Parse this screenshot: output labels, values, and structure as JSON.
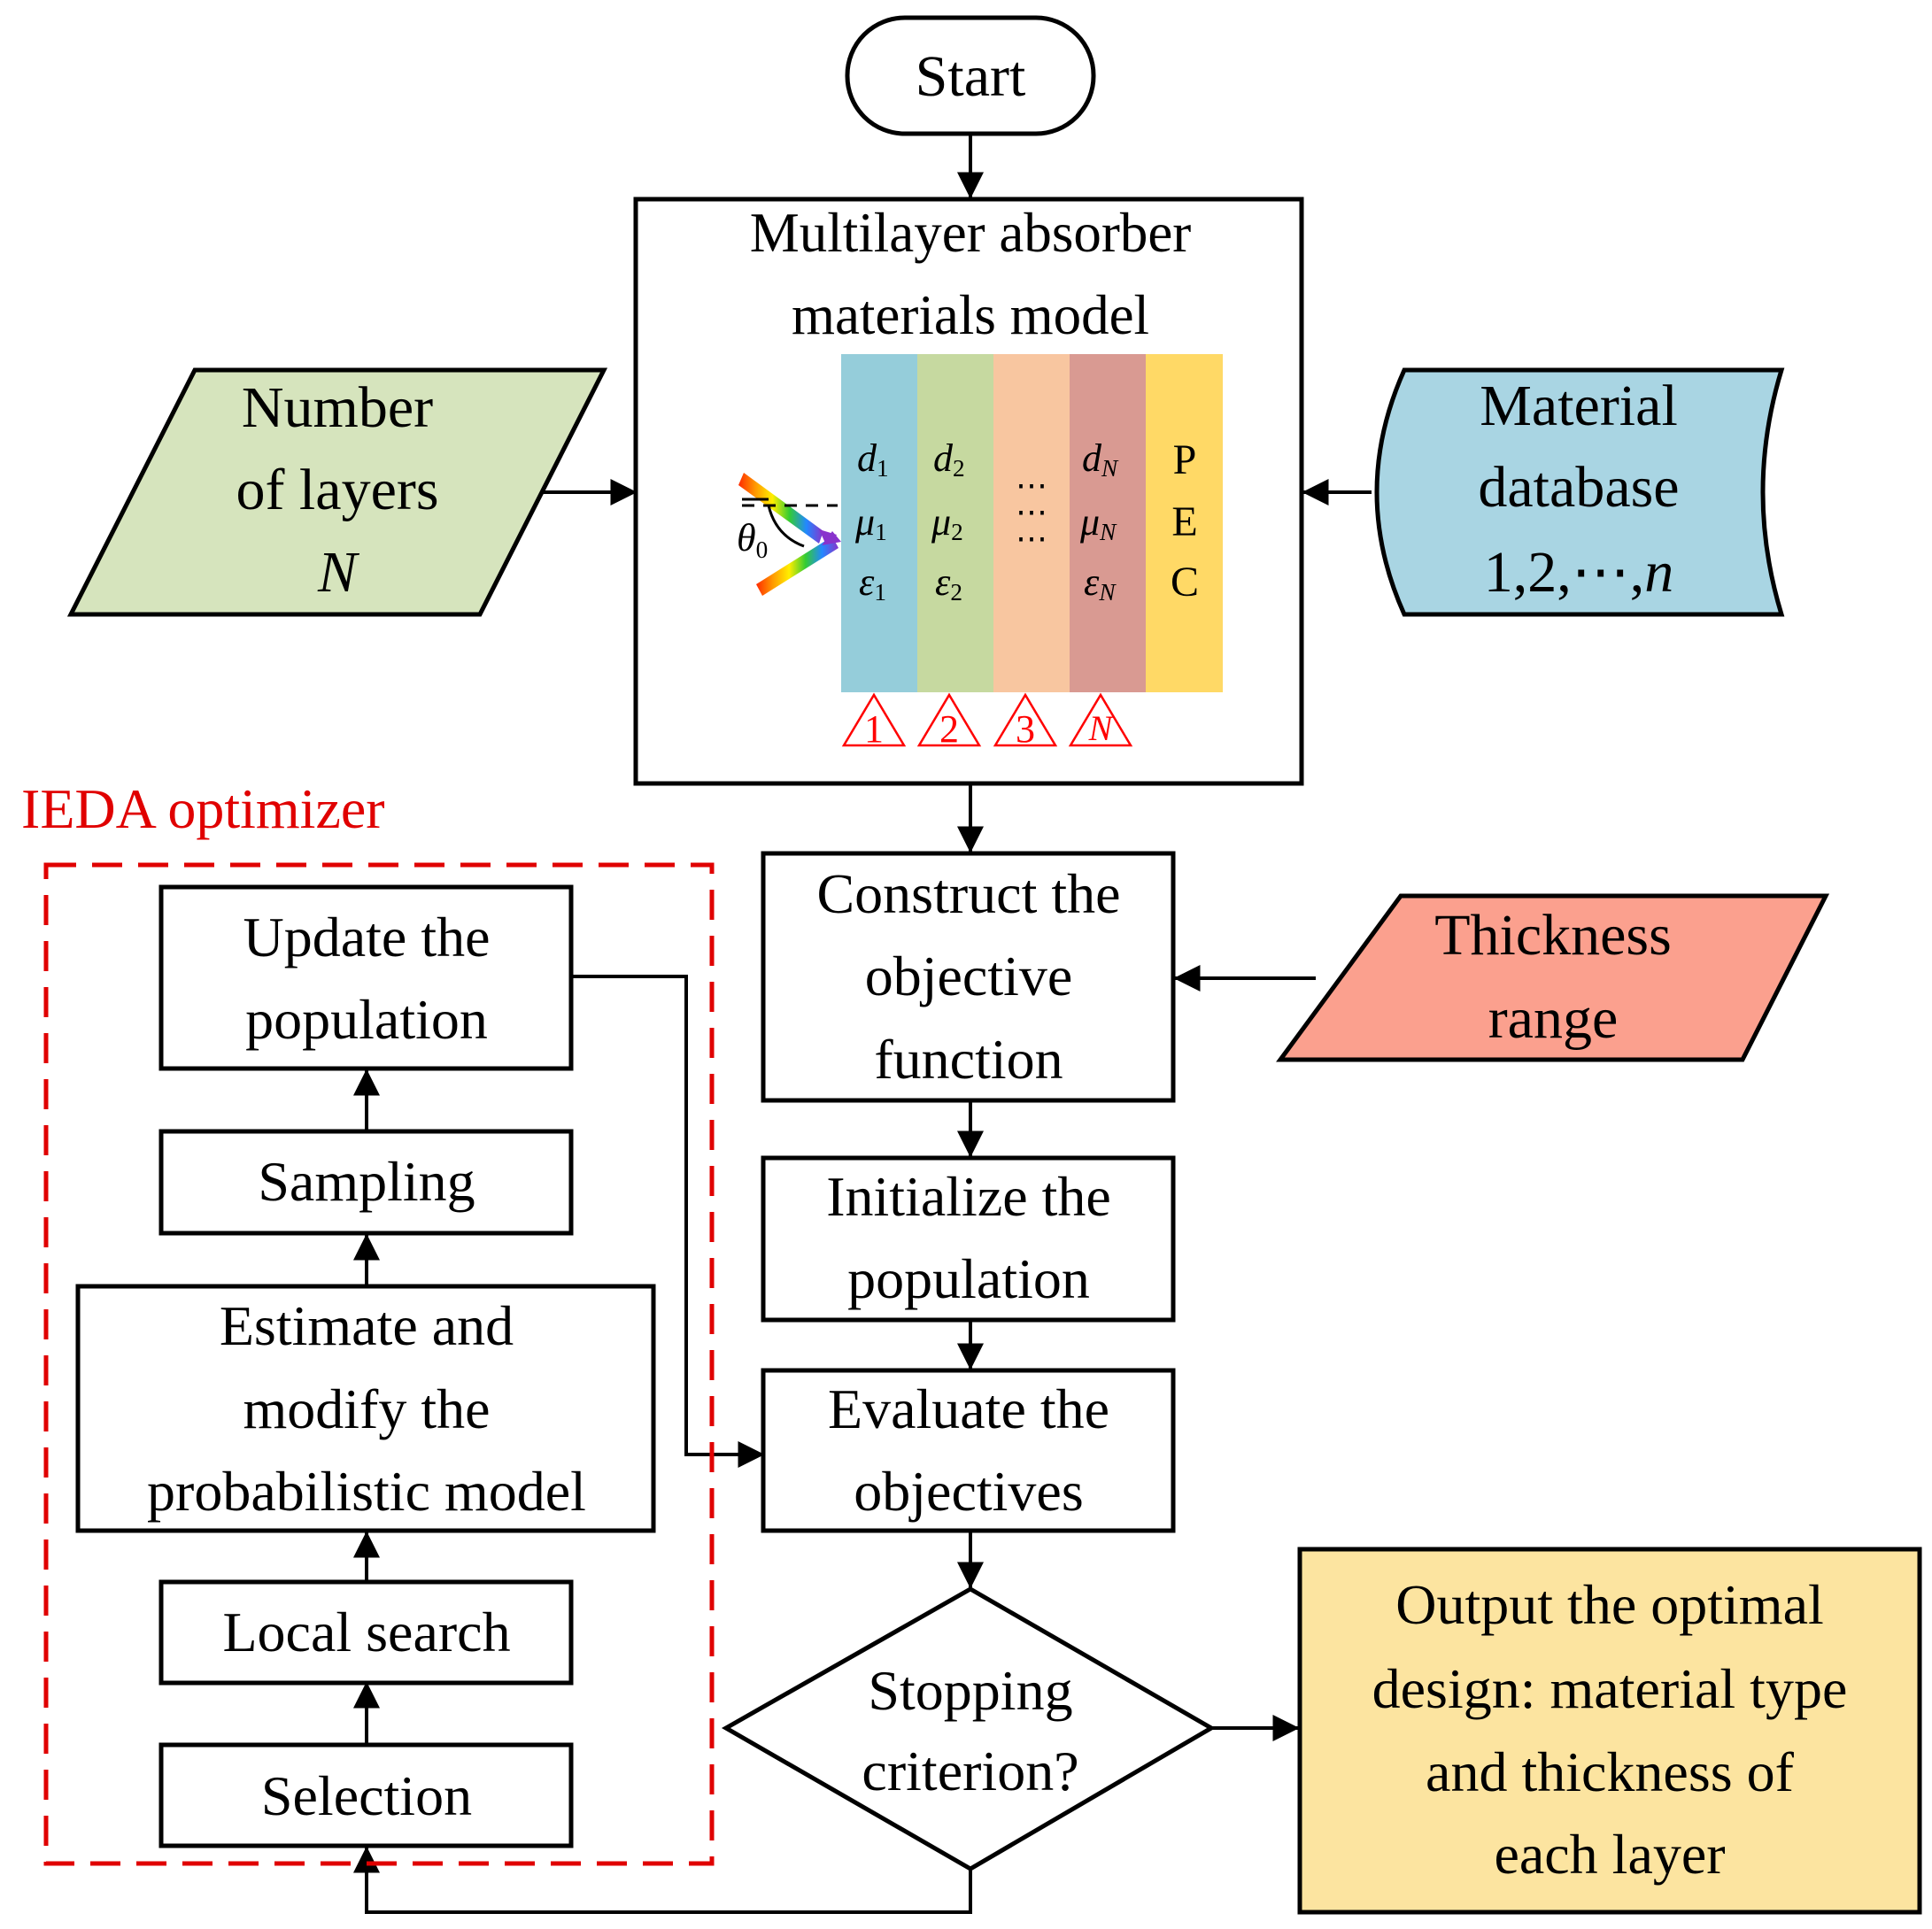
{
  "start": "Start",
  "model_box": {
    "title_line1": "Multilayer absorber",
    "title_line2": "materials model",
    "layer1": {
      "d": "d",
      "mu": "μ",
      "eps": "ε",
      "index": "1"
    },
    "layer2": {
      "d": "d",
      "mu": "μ",
      "eps": "ε",
      "index": "2"
    },
    "layerN": {
      "d": "d",
      "mu": "μ",
      "eps": "ε",
      "index": "N"
    },
    "dots": "⋯",
    "pec_p": "P",
    "pec_e": "E",
    "pec_c": "C",
    "angle_symbol": "θ",
    "angle_sub": "0",
    "markers": [
      "1",
      "2",
      "3",
      "N"
    ],
    "layer_colors": [
      "#95CDDA",
      "#C6D9A0",
      "#F8C6A0",
      "#D99A92",
      "#FFD966"
    ]
  },
  "inputs": {
    "layers_line1": "Number",
    "layers_line2": "of layers",
    "layers_line3": "N",
    "material_line1": "Material",
    "material_line2": "database",
    "material_line3a": "1,2,⋯,",
    "material_line3b": "n",
    "thickness_line1": "Thickness",
    "thickness_line2": "range"
  },
  "main_flow": {
    "construct_line1": "Construct the",
    "construct_line2": "objective",
    "construct_line3": "function",
    "initialize_line1": "Initialize the",
    "initialize_line2": "population",
    "evaluate_line1": "Evaluate the",
    "evaluate_line2": "objectives",
    "stopping_line1": "Stopping",
    "stopping_line2": "criterion?",
    "output_line1": "Output the optimal",
    "output_line2": "design: material type",
    "output_line3": "and thickness of",
    "output_line4": "each layer"
  },
  "optimizer": {
    "label": "IEDA optimizer",
    "update_line1": "Update the",
    "update_line2": "population",
    "sampling": "Sampling",
    "estimate_line1": "Estimate and",
    "estimate_line2": "modify the",
    "estimate_line3": "probabilistic model",
    "local_search": "Local search",
    "selection": "Selection"
  },
  "colors": {
    "green_input": "#D6E4BD",
    "blue_database": "#A9D5E3",
    "salmon_range": "#FBA08E",
    "output_fill": "#FCE4A0",
    "optimizer_red": "#E00000",
    "marker_red": "#FF0000"
  }
}
